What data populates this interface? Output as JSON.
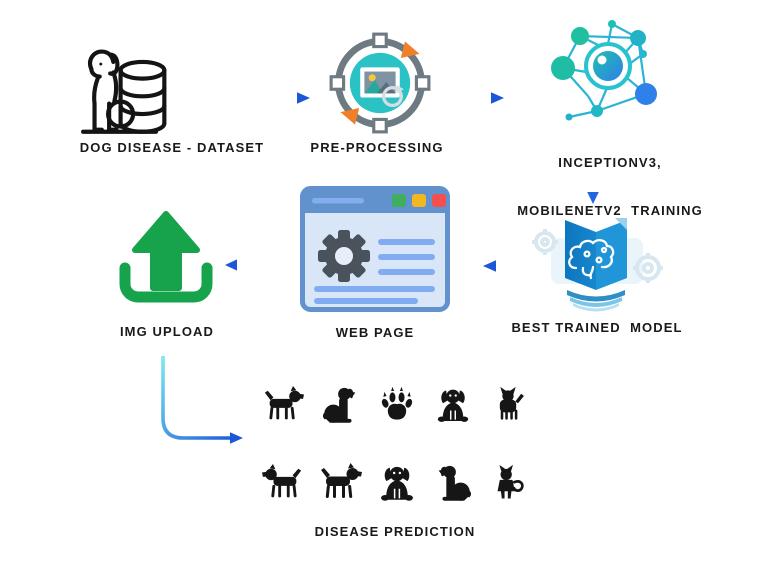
{
  "page": {
    "background": "#ffffff",
    "title": "Dog disease prediction pipeline diagram"
  },
  "flow": {
    "dataset": {
      "label": "DOG DISEASE - DATASET",
      "icon": "dog-with-database-icon"
    },
    "preprocessing": {
      "label": "PRE-PROCESSING",
      "icon": "image-processing-cycle-icon"
    },
    "training": {
      "label_line1": "INCEPTIONV3,",
      "label_line2": "MOBILENETV2  TRAINING",
      "icon": "neural-network-icon"
    },
    "best_model": {
      "label": "BEST TRAINED  MODEL",
      "icon": "model-book-icon"
    },
    "web_page": {
      "label": "WEB PAGE",
      "icon": "browser-window-icon"
    },
    "img_upload": {
      "label": "IMG UPLOAD",
      "icon": "upload-tray-icon"
    },
    "prediction": {
      "label": "DISEASE PREDICTION",
      "icons_row1": [
        "standing-dog",
        "sitting-dog",
        "paw-print",
        "puppy-front",
        "alert-dog"
      ],
      "icons_row2": [
        "standing-dog-flipped",
        "standing-dog",
        "puppy-front",
        "sitting-dog-flipped",
        "back-view-dog"
      ]
    }
  },
  "colors": {
    "arrow_gradient_start": "#7de9ef",
    "arrow_gradient_end": "#1c57d8",
    "preprocess_teal": "#2bc2c6",
    "preprocess_ring_gray": "#6d7a82",
    "preprocess_orange": "#f07f28",
    "network_teal": "#1fbfa4",
    "network_cyan": "#22b2c8",
    "network_blue": "#2f80e8",
    "book_blue_left": "#0d76c0",
    "book_blue_right": "#2095d8",
    "browser_frame_blue": "#6292ce",
    "browser_body_blue": "#d9e6f8",
    "browser_line_blue": "#82acf2",
    "browser_gear_gray": "#4a535b",
    "btn_green": "#3fae5e",
    "btn_yellow": "#f3b71f",
    "btn_red": "#f1504e",
    "upload_green": "#17a34c",
    "silhouette_black": "#161616",
    "label_color": "#191919"
  }
}
